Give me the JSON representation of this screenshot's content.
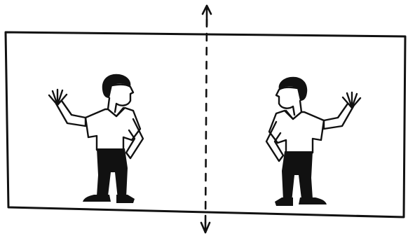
{
  "figure": {
    "description_free": true,
    "ink_color": "#111111",
    "paper_color": "#ffffff",
    "elements": {
      "frame": "rectangle-sheet",
      "axis": "dashed-vertical-mirror-line-with-arrows",
      "figures": [
        "person-left-waving",
        "person-right-waving-mirrored"
      ]
    }
  }
}
